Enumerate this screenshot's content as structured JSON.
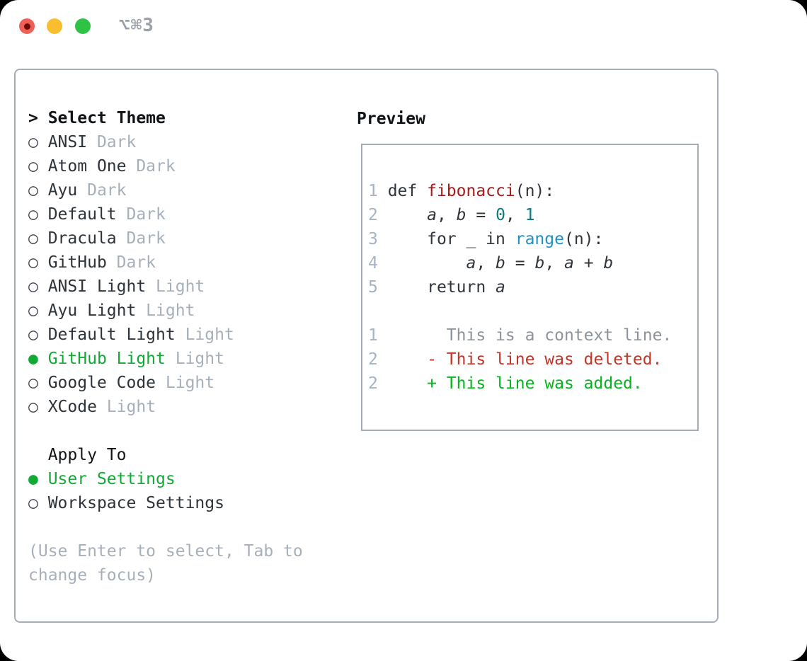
{
  "window": {
    "shortcut_label": "⌥⌘3"
  },
  "traffic_lights": {
    "close": "close-button",
    "minimize": "minimize-button",
    "zoom": "zoom-button"
  },
  "left_column": {
    "header": {
      "marker": ">",
      "label": "Select Theme"
    },
    "themes": [
      {
        "name": "ANSI",
        "variant": "Dark",
        "selected": false
      },
      {
        "name": "Atom One",
        "variant": "Dark",
        "selected": false
      },
      {
        "name": "Ayu",
        "variant": "Dark",
        "selected": false
      },
      {
        "name": "Default",
        "variant": "Dark",
        "selected": false
      },
      {
        "name": "Dracula",
        "variant": "Dark",
        "selected": false
      },
      {
        "name": "GitHub",
        "variant": "Dark",
        "selected": false
      },
      {
        "name": "ANSI Light",
        "variant": "Light",
        "selected": false
      },
      {
        "name": "Ayu Light",
        "variant": "Light",
        "selected": false
      },
      {
        "name": "Default Light",
        "variant": "Light",
        "selected": false
      },
      {
        "name": "GitHub Light",
        "variant": "Light",
        "selected": true
      },
      {
        "name": "Google Code",
        "variant": "Light",
        "selected": false
      },
      {
        "name": "XCode",
        "variant": "Light",
        "selected": false
      }
    ],
    "markers": {
      "selected": "●",
      "unselected": "○"
    },
    "apply_to": {
      "header": "Apply To",
      "options": [
        {
          "label": "User Settings",
          "selected": true
        },
        {
          "label": "Workspace Settings",
          "selected": false
        }
      ]
    },
    "hint_lines": [
      "(Use Enter to select, Tab to",
      "change focus)"
    ]
  },
  "preview": {
    "title": "Preview",
    "lines": [
      {
        "name": "code-line-1",
        "segs": [
          {
            "t": "1 ",
            "c": "gutter"
          },
          {
            "t": "def ",
            "c": "code"
          },
          {
            "t": "fibonacci",
            "c": "func"
          },
          {
            "t": "(n):",
            "c": "code"
          }
        ]
      },
      {
        "name": "code-line-2",
        "segs": [
          {
            "t": "2 ",
            "c": "gutter"
          },
          {
            "t": "    ",
            "c": "code"
          },
          {
            "t": "a",
            "c": "var"
          },
          {
            "t": ", ",
            "c": "code"
          },
          {
            "t": "b",
            "c": "var"
          },
          {
            "t": " = ",
            "c": "code"
          },
          {
            "t": "0",
            "c": "num"
          },
          {
            "t": ", ",
            "c": "code"
          },
          {
            "t": "1",
            "c": "num"
          }
        ]
      },
      {
        "name": "code-line-3",
        "segs": [
          {
            "t": "3 ",
            "c": "gutter"
          },
          {
            "t": "    for _ in ",
            "c": "code"
          },
          {
            "t": "range",
            "c": "builtin"
          },
          {
            "t": "(n):",
            "c": "code"
          }
        ]
      },
      {
        "name": "code-line-4",
        "segs": [
          {
            "t": "4 ",
            "c": "gutter"
          },
          {
            "t": "        ",
            "c": "code"
          },
          {
            "t": "a",
            "c": "var"
          },
          {
            "t": ", ",
            "c": "code"
          },
          {
            "t": "b",
            "c": "var"
          },
          {
            "t": " = ",
            "c": "code"
          },
          {
            "t": "b",
            "c": "var"
          },
          {
            "t": ", ",
            "c": "code"
          },
          {
            "t": "a",
            "c": "var"
          },
          {
            "t": " + ",
            "c": "code"
          },
          {
            "t": "b",
            "c": "var"
          }
        ]
      },
      {
        "name": "code-line-5",
        "segs": [
          {
            "t": "5 ",
            "c": "gutter"
          },
          {
            "t": "    return ",
            "c": "code"
          },
          {
            "t": "a",
            "c": "var"
          }
        ]
      },
      {
        "name": "blank-line",
        "segs": []
      },
      {
        "name": "diff-context-line",
        "segs": [
          {
            "t": "1 ",
            "c": "gutter"
          },
          {
            "t": "      This is a context line.",
            "c": "context"
          }
        ]
      },
      {
        "name": "diff-deleted-line",
        "segs": [
          {
            "t": "2 ",
            "c": "gutter"
          },
          {
            "t": "    ",
            "c": "code"
          },
          {
            "t": "- This line was deleted.",
            "c": "deleted"
          }
        ]
      },
      {
        "name": "diff-added-line",
        "segs": [
          {
            "t": "2 ",
            "c": "gutter"
          },
          {
            "t": "    ",
            "c": "code"
          },
          {
            "t": "+ This line was added.",
            "c": "added"
          }
        ]
      }
    ]
  },
  "colors": {
    "tl-red": "#f05f57",
    "tl-dot": "#6d0b05",
    "tl-yellow": "#f9bd30",
    "tl-green": "#2fc244",
    "title": "#9ba1a8",
    "border": "#a6adb8",
    "header": "#111417",
    "text": "#2d3339",
    "circle": "#3e454d",
    "muted": "#a7b0ba",
    "green": "#10aa34",
    "gutter": "#a6b3c3",
    "code": "#30353b",
    "func": "#a81b1b",
    "num": "#0d7a80",
    "builtin": "#2090c5",
    "context": "#8d939b",
    "deleted": "#c23425",
    "added": "#06b41d"
  }
}
